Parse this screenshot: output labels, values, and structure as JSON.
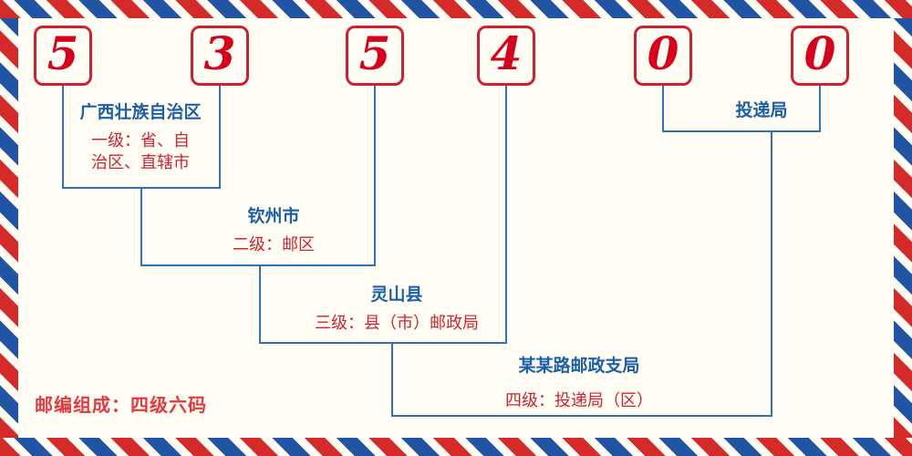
{
  "code": {
    "digits": [
      "5",
      "3",
      "5",
      "4",
      "0",
      "0"
    ]
  },
  "labels": {
    "level1": {
      "title": "广西壮族自治区",
      "desc": "一级：省、自治区、直辖市"
    },
    "level2": {
      "title": "钦州市",
      "desc": "二级：邮区"
    },
    "level3": {
      "title": "灵山县",
      "desc": "三级：县（市）邮政局"
    },
    "delivery": {
      "title": "投递局"
    },
    "level4": {
      "title": "某某路邮政支局",
      "desc": "四级：投递局（区）"
    },
    "footer": "邮编组成：四级六码"
  },
  "colors": {
    "paper": "#fffdf4",
    "stripe_red": "#d42a2a",
    "stripe_blue": "#2155a3",
    "box_red": "#d01f2f",
    "digit_red": "#d6001c",
    "line_blue": "#2e72b8",
    "text_blue": "#1c5fa8",
    "text_red": "#cf2330",
    "footer_red": "#e2383f"
  }
}
